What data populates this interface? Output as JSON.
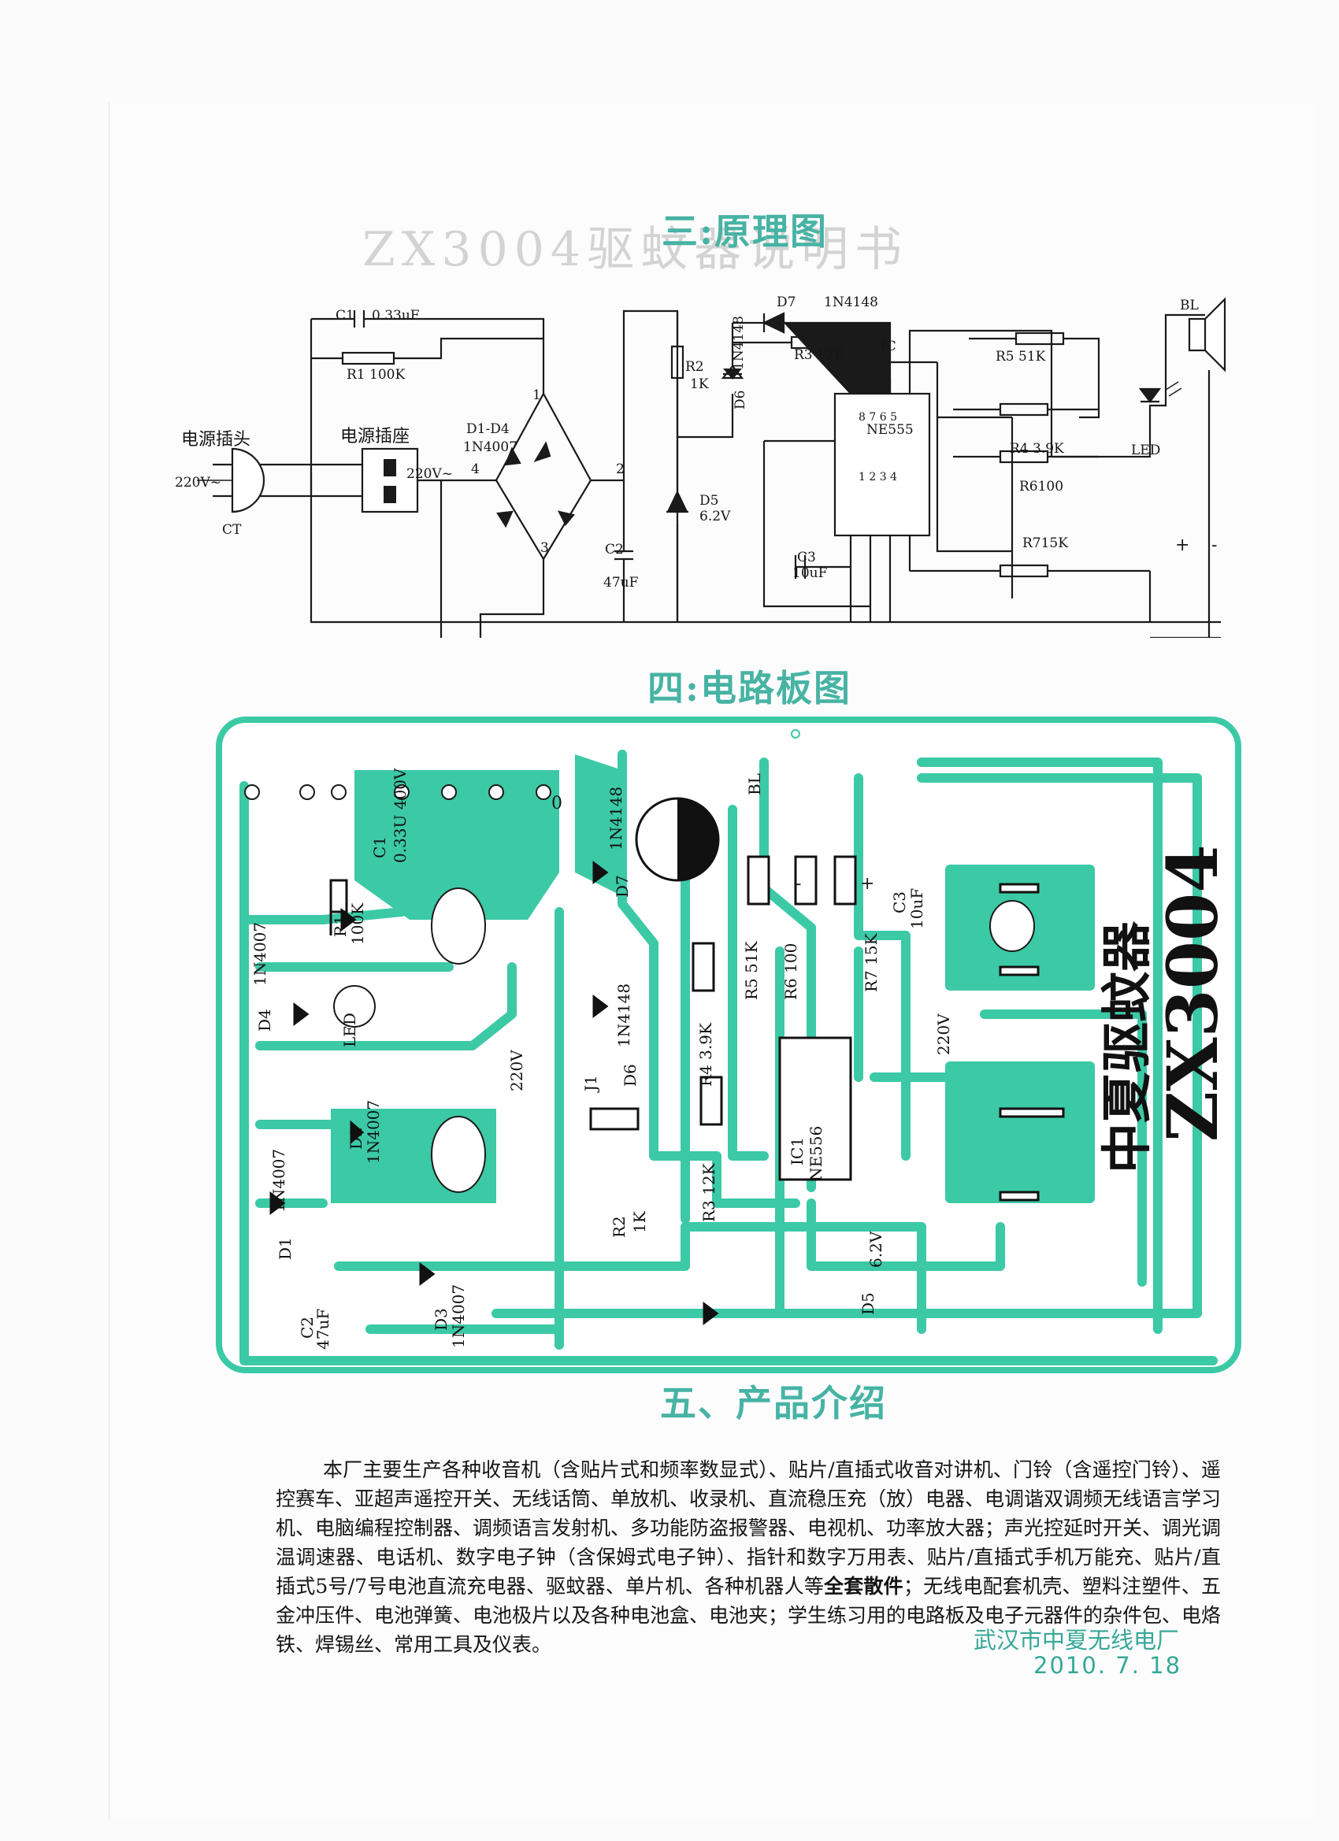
{
  "sections": {
    "schematic_title": "三:原理图",
    "pcb_title": "四:电路板图",
    "intro_title": "五、产品介绍"
  },
  "ghost_title": "ZX3004驱蚊器说明书",
  "schematic": {
    "c1": "C1",
    "c1_value": "0.33uF",
    "r1": "R1 100K",
    "plug": "电源插头",
    "plug_voltage": "220V~",
    "ct": "CT",
    "socket": "电源插座",
    "socket_voltage": "220V~",
    "bridge": "D1-D4",
    "bridge_part": "1N4007",
    "pin1": "1",
    "pin2": "2",
    "pin3": "3",
    "pin4": "4",
    "c2": "C2",
    "c2_value": "47uF",
    "r2": "R2",
    "r2_value": "1K",
    "d5": "D5",
    "d5_value": "6.2V",
    "d6": "D6",
    "d6_part": "1N4148",
    "d7": "D7",
    "d7_part": "1N4148",
    "r3": "R3 12K",
    "ic": "IC",
    "ic_part": "NE555",
    "ic_top_pins": "8  7  6  5",
    "ic_bottom_pins": "1  2  3  4",
    "c3": "C3",
    "c3_value": "10uF",
    "r5": "R5 51K",
    "r4": "R4 3.9K",
    "r6": "R6100",
    "r7": "R715K",
    "led": "LED",
    "bl": "BL",
    "plus": "+",
    "minus": "-"
  },
  "pcb": {
    "c1": "C1",
    "c1_value": "0.33U 400V",
    "r1": "R1",
    "r1_value": "100K",
    "d4": "D4",
    "d4_part": "1N4007",
    "led": "LED",
    "d2": "D2",
    "d2_part": "1N4007",
    "d1": "D1",
    "d1_part": "1N4007",
    "c2": "C2",
    "c2_value": "47uF",
    "d3": "D3",
    "d3_part": "1N4007",
    "v220_left": "220V",
    "j1": "J1",
    "d7": "D7",
    "d7_part": "1N4148",
    "d6": "D6",
    "d6_part": "1N4148",
    "r2": "R2",
    "r2_value": "1K",
    "bl": "BL",
    "c3": "C3",
    "c3_value": "10uF",
    "r5": "R5 51K",
    "r6": "R6 100",
    "r7": "R7 15K",
    "r4": "R4 3.9K",
    "r3": "R3 12K",
    "ic": "IC1",
    "ic_part": "NE556",
    "d5": "D5",
    "d5_value": "6.2V",
    "v220_right": "220V",
    "plus": "+",
    "minus": "-",
    "zero": "0",
    "brand_cn": "中夏驱蚊器",
    "model": "ZX3004"
  },
  "intro": {
    "part1": "本厂主要生产各种收音机（含贴片式和频率数显式）、贴片/直插式收音对讲机、门铃（含遥控门铃）、遥控赛车、亚超声遥控开关、无线话筒、单放机、收录机、直流稳压充（放）电器、电调谐双调频无线语言学习机、电脑编程控制器、调频语言发射机、多功能防盗报警器、电视机、功率放大器；声光控延时开关、调光调温调速器、电话机、数字电子钟（含保姆式电子钟）、指针和数字万用表、贴片/直插式手机万能充、贴片/直插式5号/7号电池直流充电器、驱蚊器、单片机、各种机器人等",
    "bold": "全套散件",
    "part2": "；无线电配套机壳、塑料注塑件、五金冲压件、电池弹簧、电池极片以及各种电池盒、电池夹；学生练习用的电路板及电子元器件的杂件包、电烙铁、焊锡丝、常用工具及仪表。"
  },
  "signature": {
    "company": "武汉市中夏无线电厂",
    "date": "2010. 7. 18"
  },
  "colors": {
    "pcb_green": "#3cc9a6",
    "heading_teal": "#47b3a4"
  }
}
